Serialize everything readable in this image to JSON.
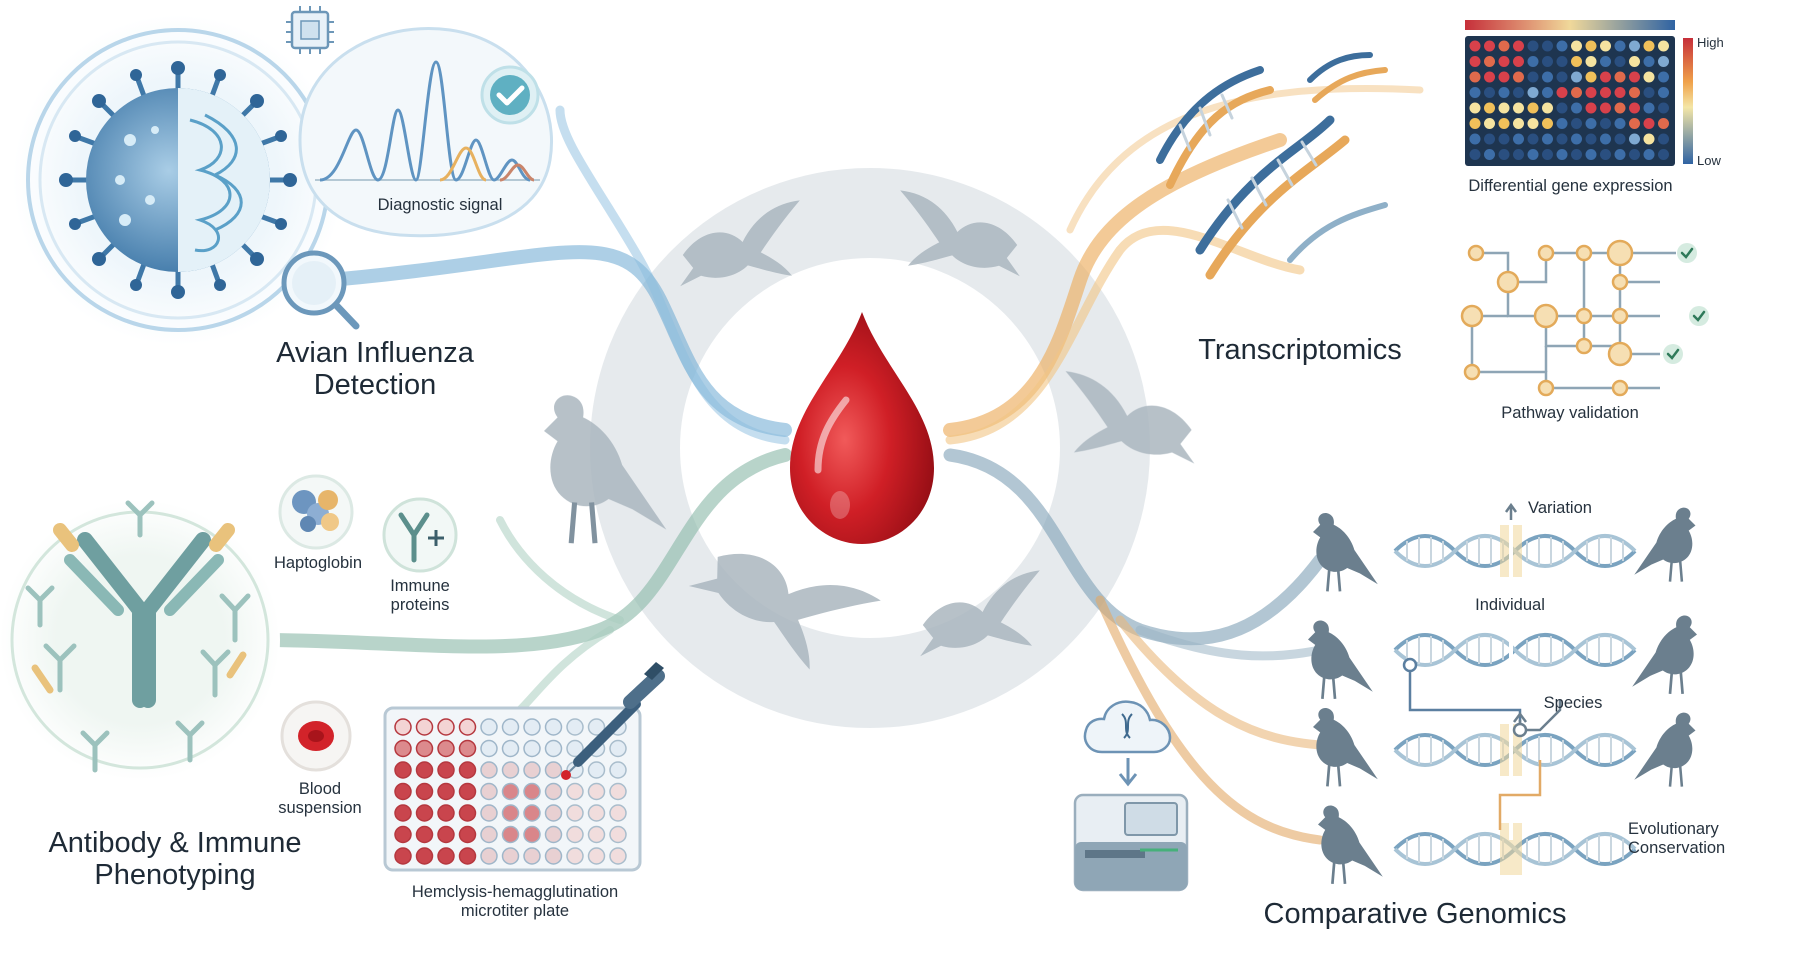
{
  "sections": {
    "avian_influenza": {
      "title_line1": "Avian Influenza",
      "title_line2": "Detection",
      "diagnostic_signal": "Diagnostic signal"
    },
    "transcriptomics": {
      "title": "Transcriptomics",
      "heatmap_caption": "Differential gene expression",
      "heatmap_high": "High",
      "heatmap_low": "Low",
      "pathway_caption": "Pathway validation"
    },
    "antibody": {
      "title_line1": "Antibody & Immune",
      "title_line2": "Phenotyping",
      "haptoglobin": "Haptoglobin",
      "immune_line1": "Immune",
      "immune_line2": "proteins",
      "blood_line1": "Blood",
      "blood_line2": "suspension",
      "plate_line1": "Hemclysis-hemagglutination",
      "plate_line2": "microtiter plate"
    },
    "comparative_genomics": {
      "title": "Comparative Genomics",
      "variation": "Variation",
      "individual": "Individual",
      "species": "Species",
      "evo_line1": "Evolutionary",
      "evo_line2": "Conservation"
    }
  },
  "colors": {
    "blood": "#c0161e",
    "influenza_blue": "#5b9ec9",
    "transcriptomics_orange": "#e9a85a",
    "antibody_green": "#8fb9a8",
    "genomics_slate": "#6b7f8e",
    "bird_silhouette": "#aab6bf"
  },
  "icons": [
    "virus-icon",
    "chip-icon",
    "check-icon",
    "magnifier-icon",
    "dna-icon",
    "heatmap-icon",
    "pathway-network-icon",
    "antibody-icon",
    "haptoglobin-icon",
    "immune-protein-icon",
    "red-blood-cell-icon",
    "microtiter-plate-icon",
    "pipette-icon",
    "cloud-dna-icon",
    "sequencer-icon",
    "bird-icon",
    "blood-drop-icon"
  ]
}
